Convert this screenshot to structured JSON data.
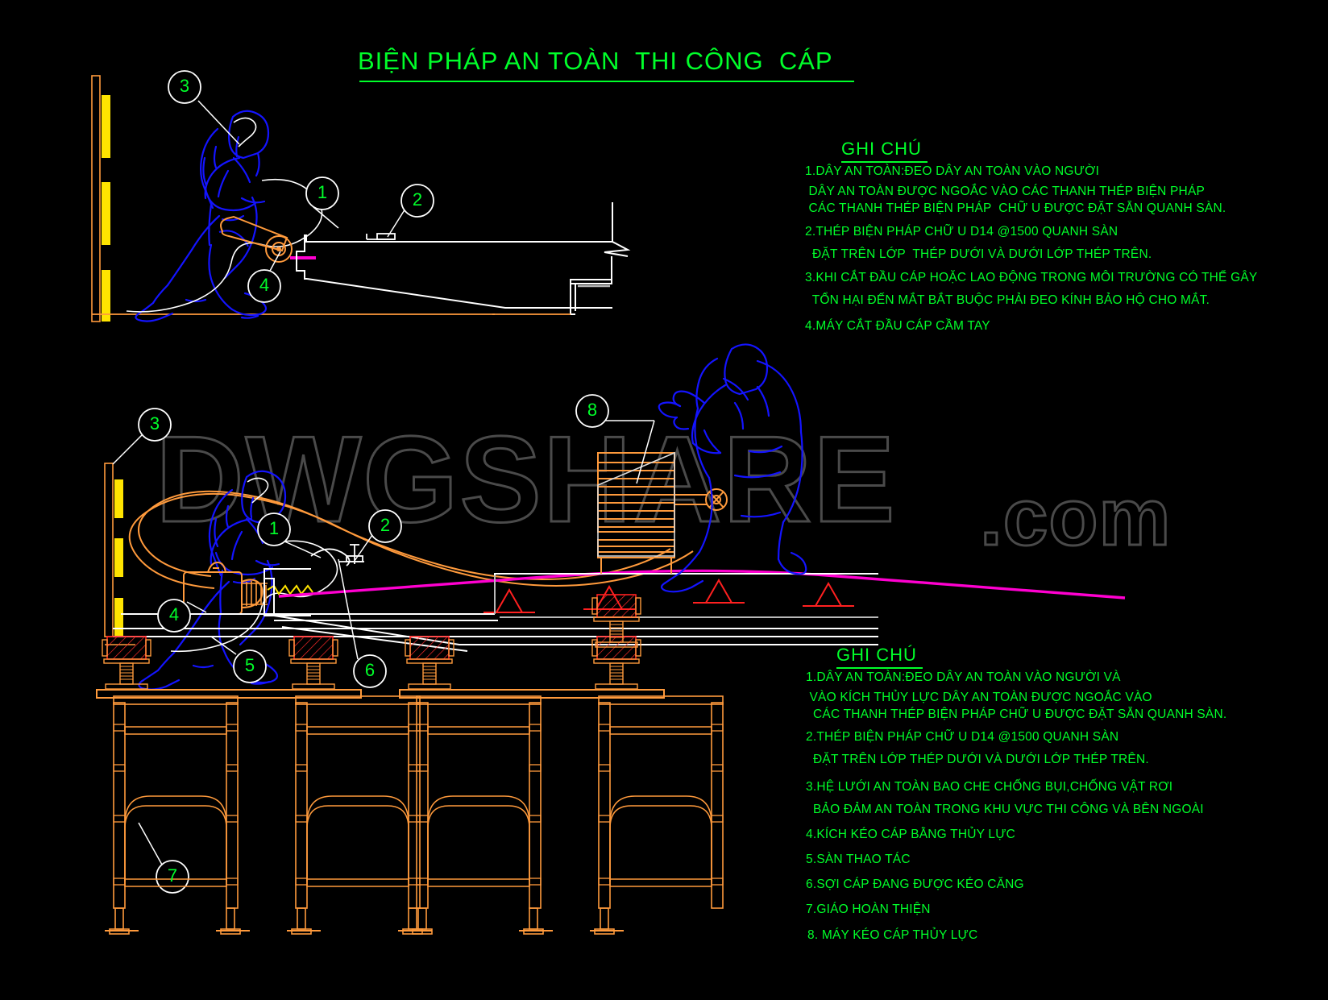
{
  "drawing": {
    "title": "BIỆN PHÁP AN TOÀN  THI CÔNG  CÁP",
    "watermark_main": "DWGSHARE",
    "watermark_tld": ".com",
    "colors": {
      "background": "#000000",
      "text_green": "#00ff2a",
      "figure_blue": "#0000ff",
      "structure_white": "#ffffff",
      "scaffold_orange": "#ff9a3c",
      "support_red": "#ff0000",
      "safety_yellow": "#ffe400",
      "cable_magenta": "#ff00d0",
      "watermark_gray": "#4a4a4a"
    }
  },
  "callouts_top": [
    {
      "id": "1",
      "label": "1"
    },
    {
      "id": "2",
      "label": "2"
    },
    {
      "id": "3",
      "label": "3"
    },
    {
      "id": "4",
      "label": "4"
    }
  ],
  "callouts_bottom": [
    {
      "id": "1",
      "label": "1"
    },
    {
      "id": "2",
      "label": "2"
    },
    {
      "id": "3",
      "label": "3"
    },
    {
      "id": "4",
      "label": "4"
    },
    {
      "id": "5",
      "label": "5"
    },
    {
      "id": "6",
      "label": "6"
    },
    {
      "id": "7",
      "label": "7"
    },
    {
      "id": "8",
      "label": "8"
    }
  ],
  "notes_top": {
    "heading": "GHI CHÚ",
    "lines": [
      "1.DÂY AN TOÀN:ĐEO DÂY AN TOÀN VÀO NGƯỜI",
      " DÂY AN TOÀN ĐƯỢC NGOẮC VÀO CÁC THANH THÉP BIỆN PHÁP",
      " CÁC THANH THÉP BIỆN PHÁP  CHỮ U ĐƯỢC ĐẶT SẴN QUANH SÀN.",
      "2.THÉP BIỆN PHÁP CHỮ U D14 @1500 QUANH SÀN",
      "  ĐẶT TRÊN LỚP  THÉP DƯỚI VÀ DƯỚI LỚP THÉP TRÊN.",
      "3.KHI CẮT ĐẦU CÁP HOẶC LAO ĐỘNG TRONG MÔI TRƯỜNG CÓ THỂ GÂY",
      "  TỔN HẠI ĐẾN MẮT BẮT BUỘC PHẢI ĐEO KÍNH BẢO HỘ CHO MẮT.",
      "4.MÁY CẮT ĐẦU CÁP CẦM TAY"
    ]
  },
  "notes_bottom": {
    "heading": "GHI CHÚ",
    "lines": [
      "1.DÂY AN TOÀN:ĐEO DÂY AN TOÀN VÀO NGƯỜI VÀ",
      " VÀO KÍCH THỦY LỰC DÂY AN TOÀN ĐƯỢC NGOẮC VÀO",
      "  CÁC THANH THÉP BIỆN PHÁP CHỮ U ĐƯỢC ĐẶT SẴN QUANH SÀN.",
      "2.THÉP BIỆN PHÁP CHỮ U D14 @1500 QUANH SÀN",
      "  ĐẶT TRÊN LỚP THÉP DƯỚI VÀ DƯỚI LỚP THÉP TRÊN.",
      "3.HỆ LƯỚI AN TOÀN BAO CHE CHỐNG BỤI,CHỐNG VẬT RƠI",
      "  BẢO ĐẢM AN TOÀN TRONG KHU VỰC THI CÔNG VÀ BÊN NGOÀI",
      "4.KÍCH KÉO CÁP BẰNG THỦY LỰC",
      "5.SÀN THAO TÁC",
      "6.SỢI CÁP ĐANG ĐƯỢC KÉO CĂNG",
      "7.GIÁO HOÀN THIỆN",
      "8. MÁY KÉO CÁP THỦY LỰC"
    ]
  }
}
